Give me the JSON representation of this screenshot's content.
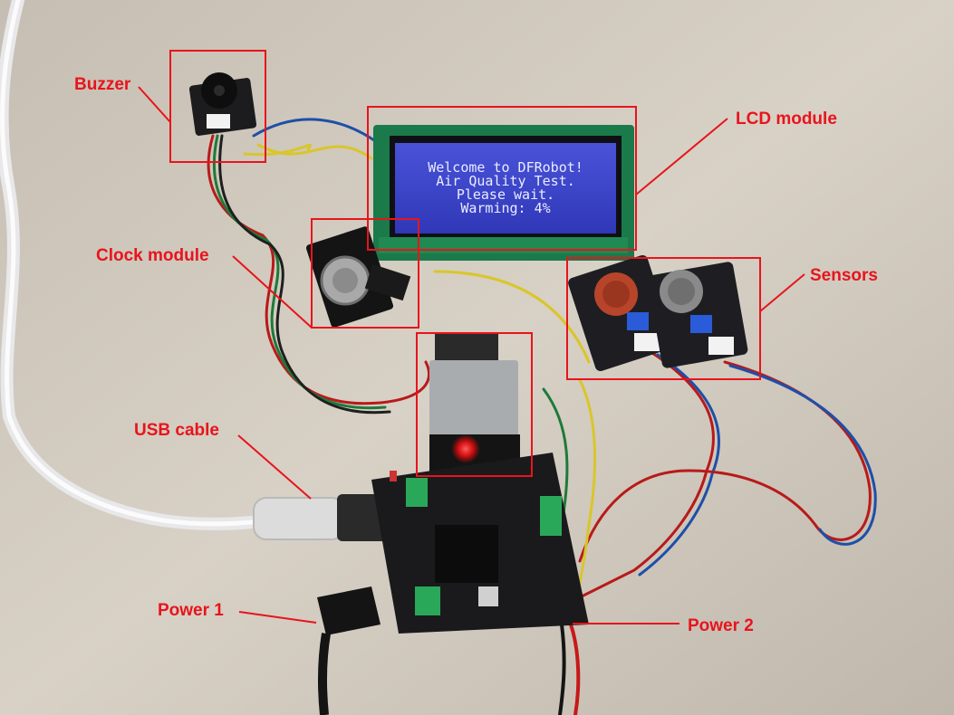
{
  "annotations": {
    "color": "#e8141c",
    "buzzer": "Buzzer",
    "lcd_module": "LCD module",
    "clock_module": "Clock module",
    "sensors": "Sensors",
    "usb_cable": "USB cable",
    "power_1": "Power 1",
    "power_2": "Power 2"
  },
  "lcd_screen": {
    "line1": "Welcome to DFRobot!",
    "line2": "Air Quality Test.",
    "line3": "Please wait.",
    "line4": "Warming: 4%"
  }
}
